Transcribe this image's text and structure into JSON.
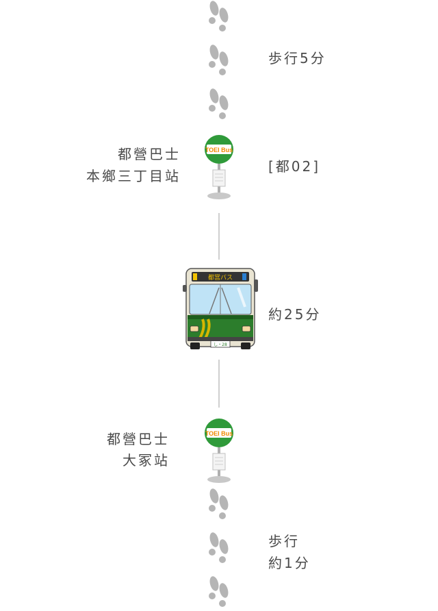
{
  "walk_start": {
    "label": "歩行5分"
  },
  "stop_origin": {
    "line1": "都營巴士",
    "line2": "本鄉三丁目站",
    "route": "[都02]",
    "sign": "TOEI Bus"
  },
  "bus": {
    "duration": "約25分",
    "destination_sign": "都営バス",
    "plate": "し・28"
  },
  "stop_destination": {
    "line1": "都營巴士",
    "line2": "大冢站",
    "sign": "TOEI Bus"
  },
  "walk_end": {
    "line1": "歩行",
    "line2": "約1分"
  },
  "colors": {
    "sign_green": "#2f9a3a",
    "sign_orange": "#f08a00",
    "text": "#4a4a4a",
    "line": "#cfcfcf",
    "footprint": "#b5b5b5"
  }
}
